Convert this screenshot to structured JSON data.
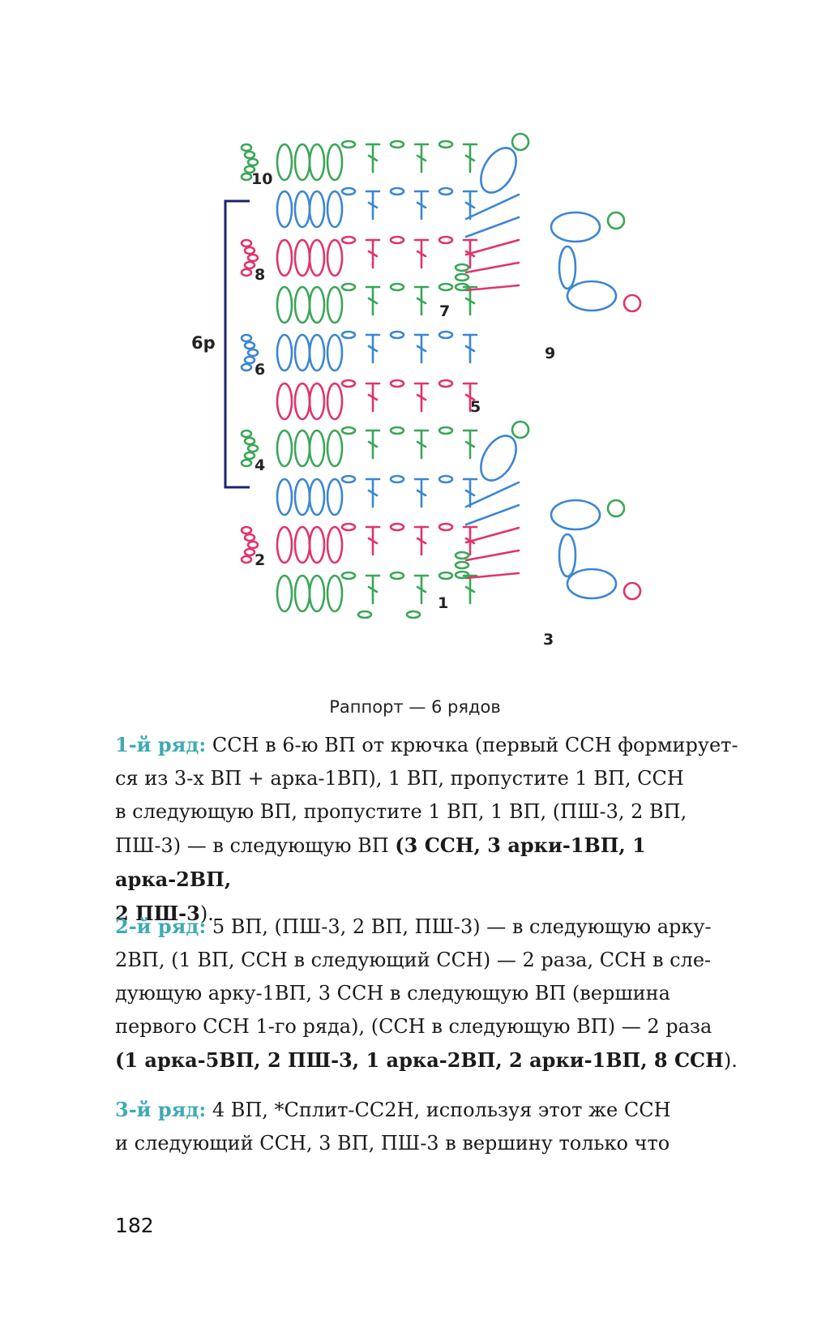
{
  "diagram": {
    "row_labels": [
      "1",
      "2",
      "3",
      "4",
      "5",
      "6",
      "7",
      "8",
      "9",
      "10"
    ],
    "repeat_label": "6р",
    "colors": {
      "green": "#3aa657",
      "blue": "#3a86d4",
      "pink": "#e0336e",
      "bracket": "#1c2470"
    }
  },
  "caption": "Раппорт — 6 рядов",
  "rows": [
    {
      "label": "1-й ряд:",
      "lines": [
        "ССН в 6-ю ВП от крючка (первый ССН формирует-",
        "ся из 3-х ВП + арка-1ВП), 1 ВП, пропустите 1 ВП, ССН",
        "в следующую ВП, пропустите 1 ВП, 1 ВП, (ПШ-3, 2 ВП,",
        "ПШ-3) — в следующую ВП "
      ],
      "bold_line_a": "(3 ССН, 3 арки-1ВП, 1 арка-2ВП,",
      "bold_line_b": "2 ПШ-3",
      "tail": ")."
    },
    {
      "label": "2-й ряд:",
      "lines": [
        "5 ВП, (ПШ-3, 2 ВП, ПШ-3) — в следующую арку-",
        "2ВП, (1 ВП, ССН в следующий ССН) — 2 раза, ССН в сле-",
        "дующую арку-1ВП, 3 ССН в следующую ВП (вершина",
        "первого ССН 1-го ряда), (ССН в следующую ВП) — 2 раза"
      ],
      "bold_line": "(1 арка-5ВП, 2 ПШ-3, 1 арка-2ВП, 2 арки-1ВП, 8 ССН",
      "tail": ")."
    },
    {
      "label": "3-й ряд:",
      "lines": [
        "4 ВП, *Сплит-СС2Н, используя этот же ССН",
        "и следующий ССН, 3 ВП, ПШ-3 в вершину только что"
      ]
    }
  ],
  "page_number": "182"
}
